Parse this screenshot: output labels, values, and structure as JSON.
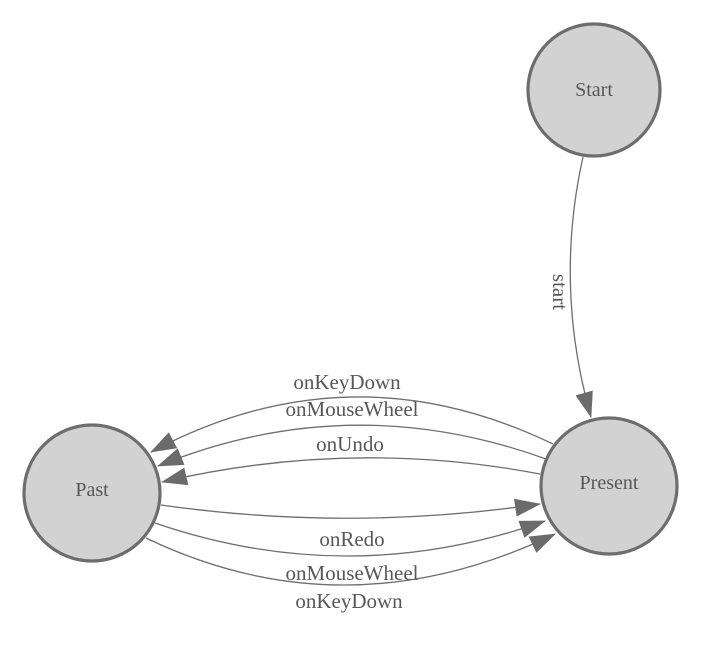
{
  "diagram": {
    "type": "state-machine",
    "nodes": [
      {
        "id": "start",
        "label": "Start"
      },
      {
        "id": "past",
        "label": "Past"
      },
      {
        "id": "present",
        "label": "Present"
      }
    ],
    "edges": [
      {
        "from": "start",
        "to": "present",
        "label": "start"
      },
      {
        "from": "present",
        "to": "past",
        "label": "onKeyDown"
      },
      {
        "from": "present",
        "to": "past",
        "label": "onMouseWheel"
      },
      {
        "from": "present",
        "to": "past",
        "label": "onUndo"
      },
      {
        "from": "past",
        "to": "present",
        "label": "onRedo"
      },
      {
        "from": "past",
        "to": "present",
        "label": "onMouseWheel"
      },
      {
        "from": "past",
        "to": "present",
        "label": "onKeyDown"
      }
    ],
    "colors": {
      "background": "#ffffff",
      "node_fill": "#d2d2d2",
      "node_border": "#6d6d6d",
      "edge": "#6e6e6e",
      "arrow": "#6b6b6b",
      "text": "#575757"
    }
  }
}
